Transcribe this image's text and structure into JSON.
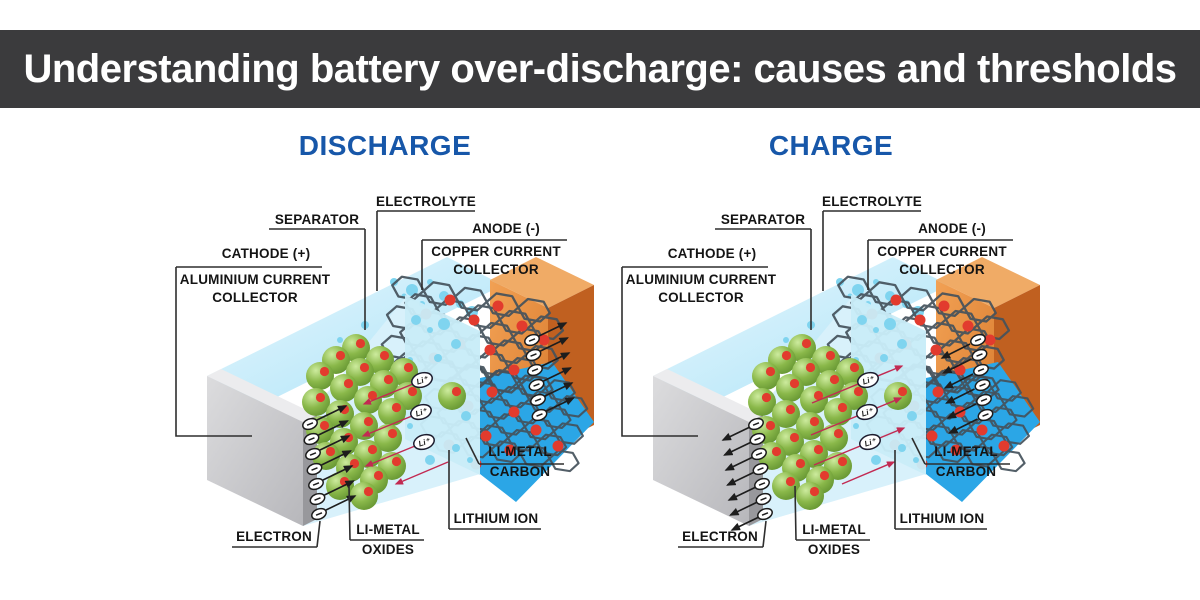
{
  "header": {
    "title": "Understanding battery over-discharge: causes and thresholds"
  },
  "panels": [
    {
      "title": "DISCHARGE",
      "labels": {
        "separator": "SEPARATOR",
        "electrolyte": "ELECTROLYTE",
        "anode": "ANODE (-)",
        "copper": "COPPER CURRENT COLLECTOR",
        "cathode": "CATHODE (+)",
        "aluminium": "ALUMINIUM CURRENT COLLECTOR",
        "carbon": "LI-METAL CARBON",
        "lithium_ion": "LITHIUM ION",
        "oxides": "LI-METAL OXIDES",
        "electron": "ELECTRON"
      }
    },
    {
      "title": "CHARGE",
      "labels": {
        "separator": "SEPARATOR",
        "electrolyte": "ELECTROLYTE",
        "anode": "ANODE (-)",
        "copper": "COPPER CURRENT COLLECTOR",
        "cathode": "CATHODE (+)",
        "aluminium": "ALUMINIUM CURRENT COLLECTOR",
        "carbon": "LI-METAL CARBON",
        "lithium_ion": "LITHIUM ION",
        "oxides": "LI-METAL OXIDES",
        "electron": "ELECTRON"
      }
    }
  ],
  "symbols": {
    "lithium_ion": "Li⁺",
    "electron": "−"
  },
  "colors": {
    "header_bg": "#3b3b3d",
    "panel_title": "#1757a9",
    "copper_collector": "#e89350",
    "aluminium_collector": "#c6c6ca",
    "electrolyte_blue": "#bfe9f7",
    "li_metal_carbon_blue": "#2ba6e6",
    "oxide_sphere_green": "#7cb342",
    "lithium_ion_red": "#e23b2e",
    "graphite_lattice": "#45525c",
    "ion_arrow": "#c22a52",
    "electron_arrow": "#1d1d1d"
  }
}
